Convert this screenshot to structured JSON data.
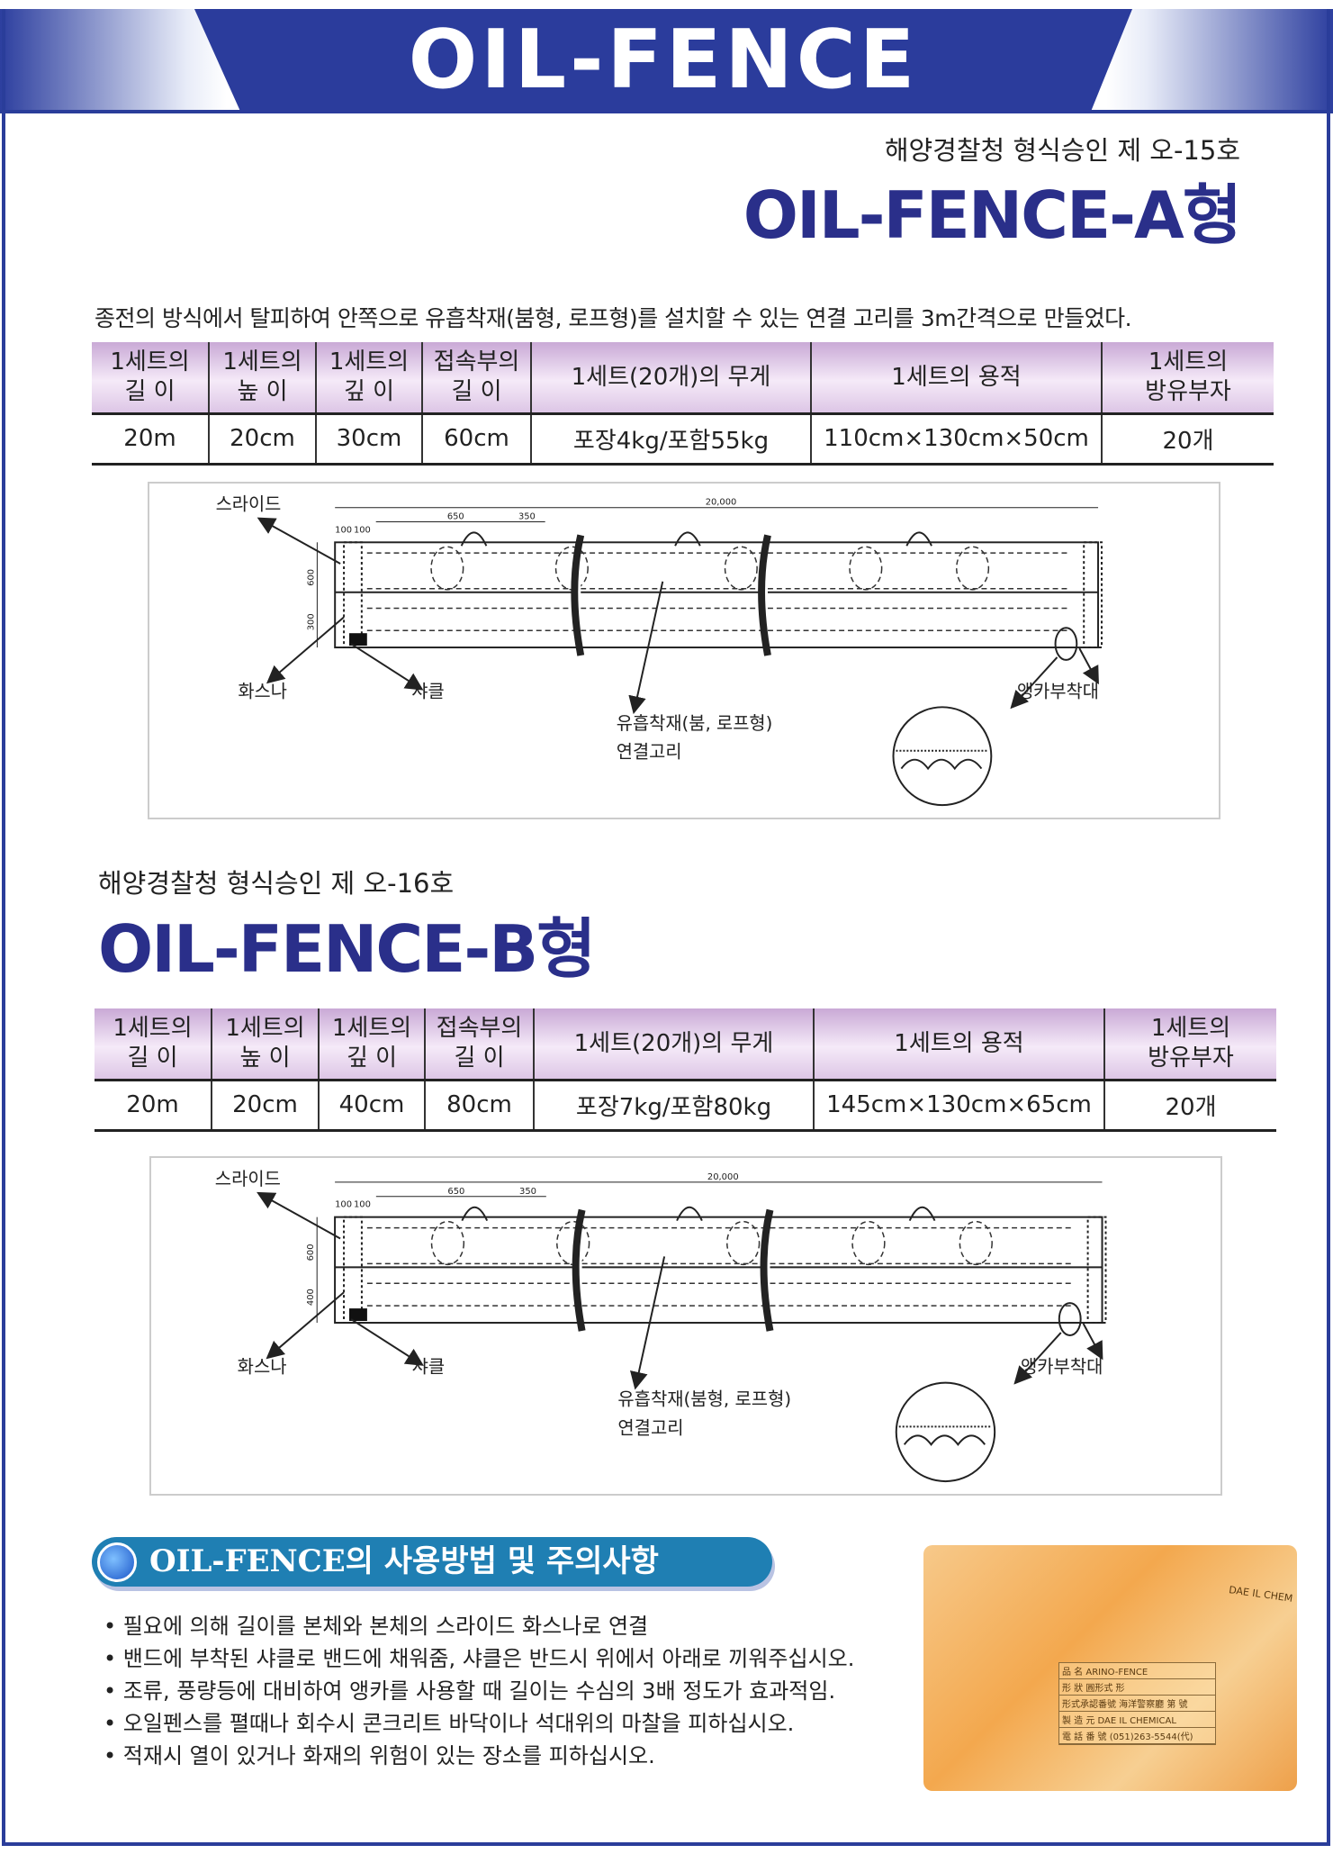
{
  "header": {
    "title": "OIL-FENCE"
  },
  "type_a": {
    "approval": "해양경찰청 형식승인 제 오-15호",
    "title": "OIL-FENCE-A형",
    "description": "종전의 방식에서 탈피하여 안쪽으로 유흡착재(붐형, 로프형)를 설치할 수 있는 연결 고리를 3m간격으로 만들었다.",
    "table": {
      "headers": [
        [
          "1세트의",
          "길 이"
        ],
        [
          "1세트의",
          "높 이"
        ],
        [
          "1세트의",
          "깊 이"
        ],
        [
          "접속부의",
          "길 이"
        ],
        [
          "1세트(20개)의 무게"
        ],
        [
          "1세트의 용적"
        ],
        [
          "1세트의",
          "방유부자"
        ]
      ],
      "row": [
        "20m",
        "20cm",
        "30cm",
        "60cm",
        "포장4kg/포함55kg",
        "110cm×130cm×50cm",
        "20개"
      ]
    },
    "diagram": {
      "slide": "스라이드",
      "fastener": "화스나",
      "shackle": "샤클",
      "absorbent": "유흡착재(붐, 로프형)",
      "ring": "연결고리",
      "anchor": "앵카부착대",
      "dim_total": "20,000",
      "dim_650": "650",
      "dim_350": "350",
      "dim_100a": "100",
      "dim_100b": "100",
      "dim_h1": "600",
      "dim_h2": "300"
    }
  },
  "type_b": {
    "approval": "해양경찰청 형식승인 제 오-16호",
    "title": "OIL-FENCE-B형",
    "table": {
      "headers": [
        [
          "1세트의",
          "길 이"
        ],
        [
          "1세트의",
          "높 이"
        ],
        [
          "1세트의",
          "깊 이"
        ],
        [
          "접속부의",
          "길 이"
        ],
        [
          "1세트(20개)의 무게"
        ],
        [
          "1세트의 용적"
        ],
        [
          "1세트의",
          "방유부자"
        ]
      ],
      "row": [
        "20m",
        "20cm",
        "40cm",
        "80cm",
        "포장7kg/포함80kg",
        "145cm×130cm×65cm",
        "20개"
      ]
    },
    "diagram": {
      "slide": "스라이드",
      "fastener": "화스나",
      "shackle": "샤클",
      "absorbent": "유흡착재(붐형, 로프형)",
      "ring": "연결고리",
      "anchor": "앵카부착대",
      "dim_total": "20,000",
      "dim_650": "650",
      "dim_350": "350",
      "dim_100a": "100",
      "dim_100b": "100",
      "dim_h1": "600",
      "dim_h2": "400"
    }
  },
  "usage": {
    "title": "OIL-FENCE의 사용방법 및 주의사항",
    "items": [
      "필요에 의해 길이를 본체와 본체의 스라이드 화스나로 연결",
      "밴드에 부착된 샤클로 밴드에 채워줌, 샤클은 반드시 위에서 아래로 끼워주십시오.",
      "조류, 풍량등에 대비하여 앵카를 사용할 때 길이는 수심의 3배 정도가 효과적임.",
      "오일펜스를 펼때나 회수시 콘크리트 바닥이나 석대위의 마찰을 피하십시오.",
      "적재시 열이 있거나 화재의 위험이 있는 장소를 피하십시오."
    ]
  },
  "photo": {
    "brand": "DAE IL CHEM",
    "label_rows": [
      "品 名 ARINO-FENCE",
      "形 狀 圓形式 形",
      "形式承認番號 海洋警察廳 第 號",
      "製 造 元 DAE IL CHEMICAL",
      "電 話 番 號 (051)263-5544(代)"
    ]
  },
  "colors": {
    "frame": "#2a3d9a",
    "title_blue": "#2a2f8a",
    "pill": "#1f7fb3"
  }
}
